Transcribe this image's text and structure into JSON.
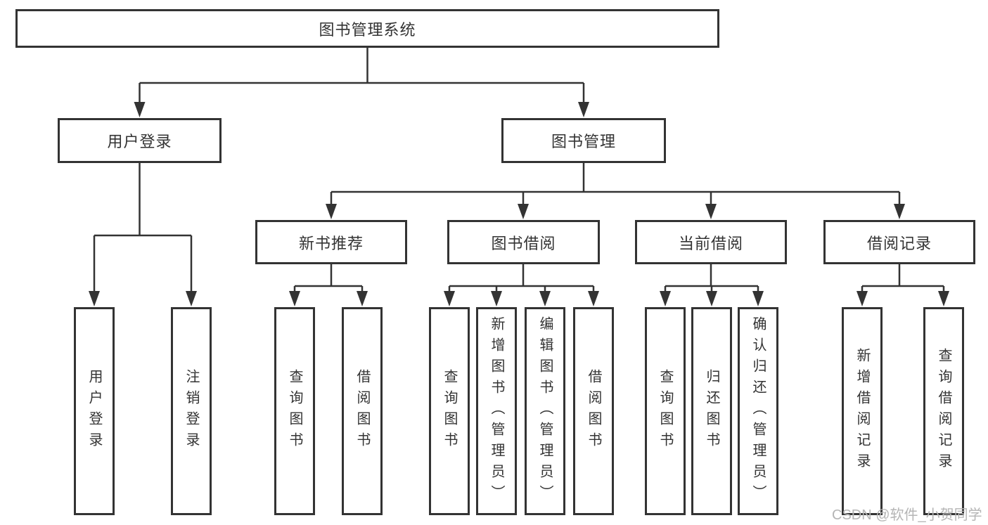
{
  "diagram": {
    "root": "图书管理系统",
    "level2": [
      "用户登录",
      "图书管理"
    ],
    "level3": [
      "新书推荐",
      "图书借阅",
      "当前借阅",
      "借阅记录"
    ],
    "leafGroups": [
      [
        "用户登录",
        "注销登录"
      ],
      [
        "查询图书",
        "借阅图书"
      ],
      [
        "查询图书",
        "新增图书（管理员）",
        "编辑图书（管理员）",
        "借阅图书"
      ],
      [
        "查询图书",
        "归还图书",
        "确认归还（管理员）"
      ],
      [
        "新增借阅记录",
        "查询借阅记录"
      ]
    ]
  },
  "watermark": "CSDN @软件_小贺同学",
  "colors": {
    "line": "#333333",
    "text": "#333333",
    "box_background": "#ffffff",
    "page_background": "#ffffff",
    "watermark": "#b5b5b5"
  }
}
